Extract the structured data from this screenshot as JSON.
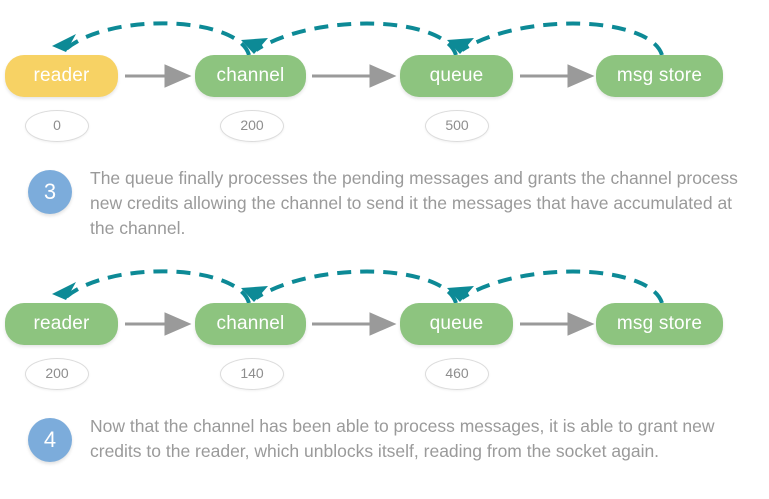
{
  "colors": {
    "background": "#ffffff",
    "node_green": "#8dc47f",
    "node_yellow": "#f7d264",
    "node_label": "#ffffff",
    "credit_border": "#dcdcdc",
    "credit_text": "#8e8e8e",
    "badge_blue": "#7cacdb",
    "flow_arrow": "#9a9a9a",
    "credit_arc": "#0d8a96",
    "body_text": "#9a9a9a"
  },
  "diagrams": [
    {
      "id": "stage-3-diagram",
      "nodes": [
        {
          "label": "reader",
          "state": "blocked",
          "color": "#f7d264",
          "credit": "0"
        },
        {
          "label": "channel",
          "state": "active",
          "color": "#8dc47f",
          "credit": "200"
        },
        {
          "label": "queue",
          "state": "active",
          "color": "#8dc47f",
          "credit": "500"
        },
        {
          "label": "msg store",
          "state": "active",
          "color": "#8dc47f",
          "credit": null
        }
      ],
      "flow_arrows": [
        "reader-to-channel",
        "channel-to-queue",
        "queue-to-msg-store"
      ],
      "credit_arcs": [
        "channel-grants-reader",
        "queue-grants-channel",
        "msg-store-grants-queue"
      ]
    },
    {
      "id": "stage-4-diagram",
      "nodes": [
        {
          "label": "reader",
          "state": "active",
          "color": "#8dc47f",
          "credit": "200"
        },
        {
          "label": "channel",
          "state": "active",
          "color": "#8dc47f",
          "credit": "140"
        },
        {
          "label": "queue",
          "state": "active",
          "color": "#8dc47f",
          "credit": "460"
        },
        {
          "label": "msg store",
          "state": "active",
          "color": "#8dc47f",
          "credit": null
        }
      ],
      "flow_arrows": [
        "reader-to-channel",
        "channel-to-queue",
        "queue-to-msg-store"
      ],
      "credit_arcs": [
        "channel-grants-reader",
        "queue-grants-channel",
        "msg-store-grants-queue"
      ]
    }
  ],
  "steps": [
    {
      "number": "3",
      "text": "The queue finally processes the pending messages and grants the channel process new credits allowing the channel to send it the messages that have accumulated at the channel."
    },
    {
      "number": "4",
      "text": "Now that the channel has been able to process messages, it is able to grant new credits to the reader, which unblocks itself, reading from the socket again."
    }
  ]
}
